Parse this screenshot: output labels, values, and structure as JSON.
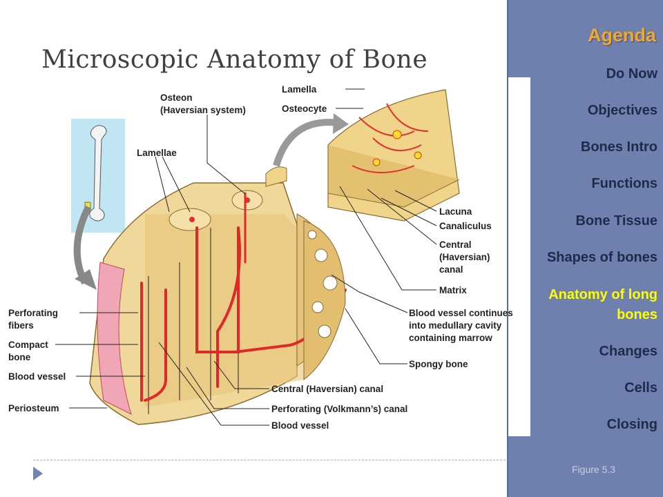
{
  "slide": {
    "title": "Microscopic Anatomy of Bone",
    "figure_caption": "Figure 5.3"
  },
  "agenda": {
    "title": "Agenda",
    "items": [
      {
        "label": "Do Now",
        "active": false
      },
      {
        "label": "Objectives",
        "active": false
      },
      {
        "label": "Bones Intro",
        "active": false
      },
      {
        "label": "Functions",
        "active": false
      },
      {
        "label": "Bone Tissue",
        "active": false
      },
      {
        "label": "Shapes of bones",
        "active": false
      },
      {
        "label": "Anatomy of long",
        "label2": "bones",
        "active": true
      },
      {
        "label": "Changes",
        "active": false
      },
      {
        "label": "Cells",
        "active": false
      },
      {
        "label": "Closing",
        "active": false
      }
    ],
    "active_color": "#ffff00",
    "accent_color": "#f0a830"
  },
  "figure_labels": {
    "lamella": "Lamella",
    "osteocyte": "Osteocyte",
    "osteon_1": "Osteon",
    "osteon_2": "(Haversian system)",
    "lamellae": "Lamellae",
    "lacuna": "Lacuna",
    "canaliculus": "Canaliculus",
    "central_1": "Central",
    "central_2": "(Haversian)",
    "central_3": "canal",
    "matrix": "Matrix",
    "bv_continues_1": "Blood vessel continues",
    "bv_continues_2": "into medullary cavity",
    "bv_continues_3": "containing marrow",
    "spongy_bone": "Spongy bone",
    "perforating_fibers_1": "Perforating",
    "perforating_fibers_2": "fibers",
    "compact_bone_1": "Compact",
    "compact_bone_2": "bone",
    "blood_vessel_left": "Blood vessel",
    "periosteum": "Periosteum",
    "central_haversian_canal": "Central (Haversian) canal",
    "perforating_canal": "Perforating (Volkmann’s) canal",
    "blood_vessel_bottom": "Blood vessel"
  }
}
